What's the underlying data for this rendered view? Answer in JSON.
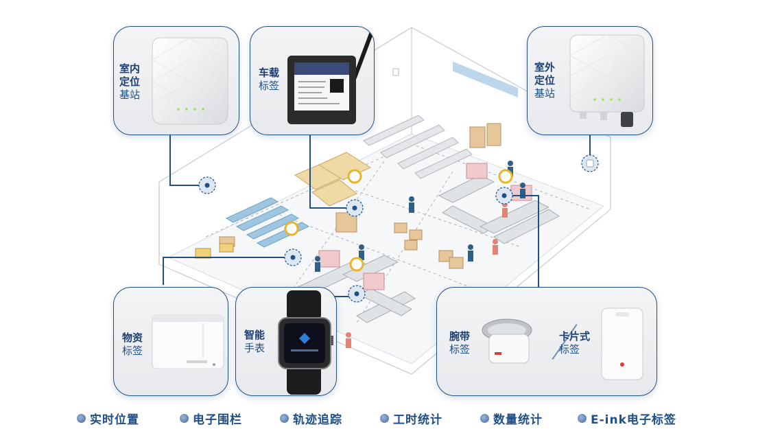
{
  "cards": {
    "indoor_station": {
      "bold": "室内\n定位",
      "plain": "基站"
    },
    "vehicle_tag": {
      "bold": "车载",
      "plain": "标签"
    },
    "outdoor_station": {
      "bold": "室外\n定位",
      "plain": "基站"
    },
    "material_tag": {
      "bold": "物资",
      "plain": "标签"
    },
    "smart_watch": {
      "bold": "智能",
      "plain": "手表"
    },
    "wristband_tag": {
      "bold": "腕带",
      "plain": "标签"
    },
    "card_tag": {
      "bold": "卡片式",
      "plain": "标签"
    }
  },
  "legend": [
    "实时位置",
    "电子围栏",
    "轨迹追踪",
    "工时统计",
    "数量统计",
    "E-ink电子标签"
  ],
  "colors": {
    "accent": "#1f4f86",
    "marker_yellow": "#e8b428",
    "floor_line": "#b9c3ce"
  }
}
